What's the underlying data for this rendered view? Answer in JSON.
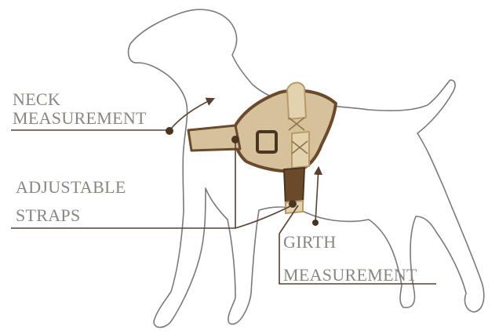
{
  "labels": {
    "neck_line1": "NECK",
    "neck_line2": "MEASUREMENT",
    "straps_line1": "ADJUSTABLE",
    "straps_line2": "STRAPS",
    "girth_line1": "GIRTH",
    "girth_line2": "MEASUREMENT"
  },
  "colors": {
    "dog_outline": "#7a7a7a",
    "harness_fill": "#d6c29a",
    "harness_trim": "#6b4a2b",
    "leader_line": "#5a4030",
    "label_text": "#8a8580"
  }
}
